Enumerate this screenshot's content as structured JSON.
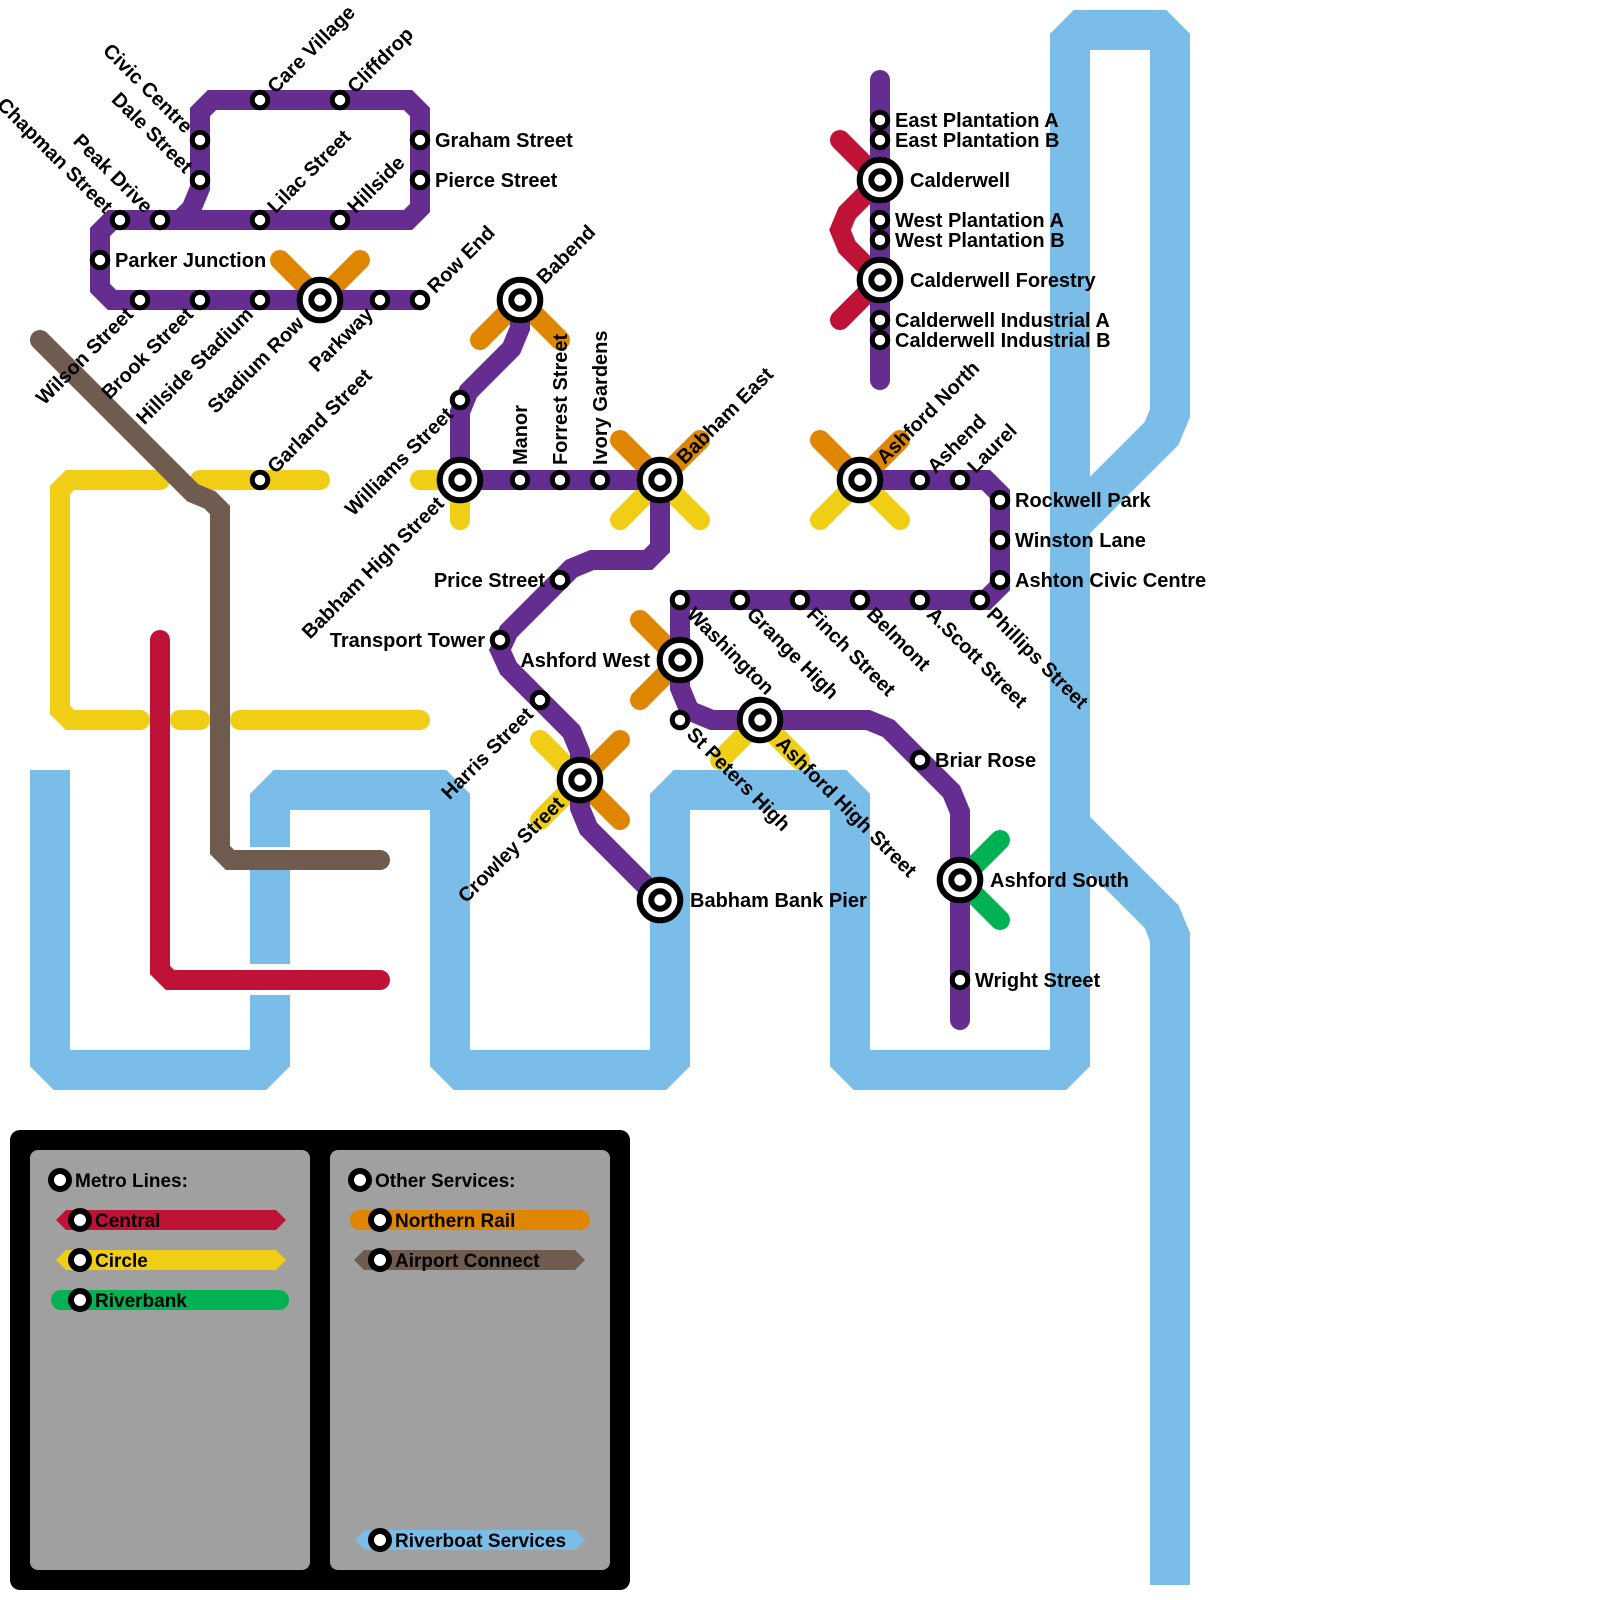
{
  "lines": {
    "purple": {
      "color": "#662d91"
    },
    "central": {
      "name": "Central",
      "color": "#be1237"
    },
    "circle": {
      "name": "Circle",
      "color": "#f0ce15"
    },
    "riverbank": {
      "name": "Riverbank",
      "color": "#00b251"
    },
    "northern_rail": {
      "name": "Northern Rail",
      "color": "#df8600"
    },
    "airport_connect": {
      "name": "Airport Connect",
      "color": "#705b4f"
    },
    "riverboat_services": {
      "name": "Riverboat Services",
      "color": "#79bde8"
    }
  },
  "stations": {
    "care_village": "Care Village",
    "cliffdrop": "Cliffdrop",
    "civic_centre": "Civic Centre",
    "dale_street": "Dale Street",
    "graham_street": "Graham Street",
    "pierce_street": "Pierce Street",
    "chapman_street": "Chapman Street",
    "peak_drive": "Peak Drive",
    "lilac_street": "Lilac Street",
    "hillside": "Hillside",
    "parker_junction": "Parker Junction",
    "wilson_street": "Wilson Street",
    "brook_street": "Brook Street",
    "hillside_stadium": "Hillside Stadium",
    "stadium_row": "Stadium Row",
    "parkway": "Parkway",
    "row_end": "Row End",
    "garland_street": "Garland Street",
    "babend": "Babend",
    "williams_street": "Williams Street",
    "babham_high_street": "Babham High Street",
    "manor": "Manor",
    "forrest_street": "Forrest Street",
    "ivory_gardens": "Ivory Gardens",
    "babham_east": "Babham East",
    "price_street": "Price Street",
    "transport_tower": "Transport Tower",
    "harris_street": "Harris Street",
    "crowley_street": "Crowley Street",
    "babham_bank_pier": "Babham Bank Pier",
    "ashford_west": "Ashford West",
    "washington": "Washington",
    "grange_high": "Grange High",
    "finch_street": "Finch Street",
    "belmont": "Belmont",
    "a_scott_street": "A.Scott Street",
    "phillips_street": "Phillips Street",
    "rockwell_park": "Rockwell Park",
    "winston_lane": "Winston Lane",
    "ashton_civic_centre": "Ashton Civic Centre",
    "ashford_north": "Ashford North",
    "ashend": "Ashend",
    "laurel": "Laurel",
    "st_peters_high": "St Peters High",
    "ashford_high_street": "Ashford High Street",
    "briar_rose": "Briar Rose",
    "ashford_south": "Ashford South",
    "wright_street": "Wright Street",
    "east_plantation_a": "East Plantation A",
    "east_plantation_b": "East Plantation B",
    "calderwell": "Calderwell",
    "west_plantation_a": "West Plantation A",
    "west_plantation_b": "West Plantation B",
    "calderwell_forestry": "Calderwell Forestry",
    "calderwell_industrial_a": "Calderwell Industrial A",
    "calderwell_industrial_b": "Calderwell Industrial B"
  },
  "interchanges": [
    "stadium_row",
    "babend",
    "babham_high_street",
    "babham_east",
    "crowley_street",
    "babham_bank_pier",
    "ashford_west",
    "ashford_north",
    "ashford_high_street",
    "ashford_south",
    "calderwell",
    "calderwell_forestry"
  ],
  "legend": {
    "metro_header": "Metro Lines:",
    "metro_lines": [
      {
        "label": "Central",
        "color": "#be1237"
      },
      {
        "label": "Circle",
        "color": "#f0ce15"
      },
      {
        "label": "Riverbank",
        "color": "#00b251"
      }
    ],
    "other_header": "Other Services:",
    "other_services": [
      {
        "label": "Northern Rail",
        "color": "#df8600"
      },
      {
        "label": "Airport Connect",
        "color": "#705b4f"
      },
      {
        "label": "Riverboat Services",
        "color": "#79bde8"
      }
    ],
    "frame_color": "#000000",
    "panel_color": "#a0a0a0"
  }
}
